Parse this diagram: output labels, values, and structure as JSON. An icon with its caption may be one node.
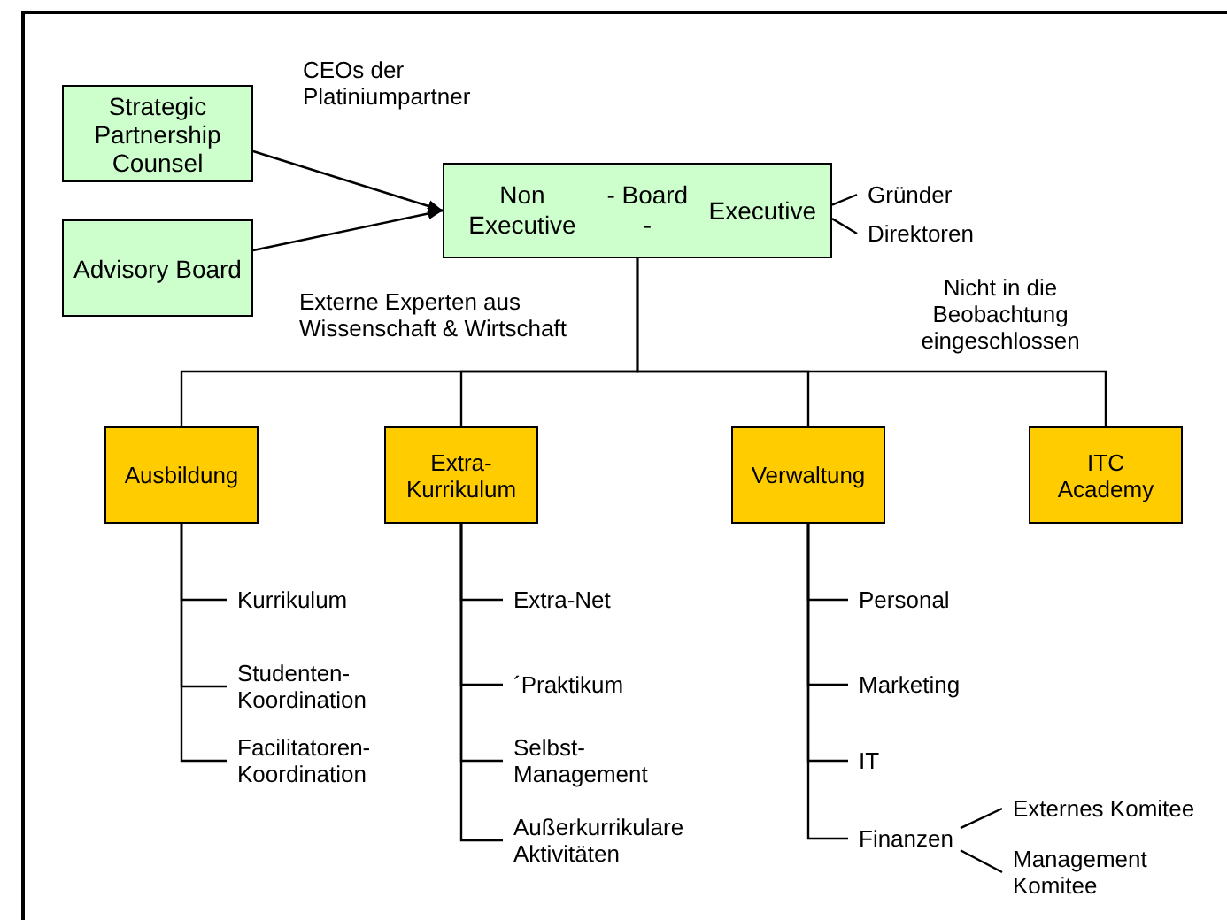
{
  "diagram": {
    "nodes": [
      {
        "text": [
          "Strategic Partnership Counsel"
        ]
      },
      {
        "text": [
          "Advisory Board"
        ]
      },
      {
        "text": [
          "Non Executive",
          "- Board -",
          "Executive"
        ]
      },
      {
        "text": [
          "Gründer"
        ]
      },
      {
        "text": [
          "Direktoren"
        ]
      },
      {
        "text": [
          "Ausbildung"
        ]
      },
      {
        "text": [
          "Extra-Kurrikulum"
        ]
      },
      {
        "text": [
          "Verwaltung"
        ]
      },
      {
        "text": [
          "ITC Academy"
        ]
      },
      {
        "text": [
          "Kurrikulum"
        ]
      },
      {
        "text": [
          "Studenten-Koordination"
        ]
      },
      {
        "text": [
          "Facilitatoren-Koordination"
        ]
      },
      {
        "text": [
          "Extra-Net"
        ]
      },
      {
        "text": [
          "´Praktikum"
        ]
      },
      {
        "text": [
          "Selbst-Management"
        ]
      },
      {
        "text": [
          "Außerkurrikulare Aktivitäten"
        ]
      },
      {
        "text": [
          "Personal"
        ]
      },
      {
        "text": [
          "Marketing"
        ]
      },
      {
        "text": [
          "IT"
        ]
      },
      {
        "text": [
          "Finanzen"
        ]
      },
      {
        "text": [
          "Externes Komitee"
        ]
      },
      {
        "text": [
          "Management Komitee"
        ]
      }
    ],
    "edges": [
      {
        "from": 0,
        "to": 2,
        "arrow": "to"
      },
      {
        "from": 1,
        "to": 2,
        "arrow": "to"
      },
      {
        "from": 2,
        "to": 3,
        "arrow": "none"
      },
      {
        "from": 2,
        "to": 4,
        "arrow": "none"
      },
      {
        "from": 2,
        "to": 5,
        "arrow": "none"
      },
      {
        "from": 2,
        "to": 6,
        "arrow": "none"
      },
      {
        "from": 2,
        "to": 7,
        "arrow": "none"
      },
      {
        "from": 2,
        "to": 8,
        "arrow": "none"
      },
      {
        "from": 5,
        "to": 9,
        "arrow": "none"
      },
      {
        "from": 5,
        "to": 10,
        "arrow": "none"
      },
      {
        "from": 5,
        "to": 11,
        "arrow": "none"
      },
      {
        "from": 6,
        "to": 12,
        "arrow": "none"
      },
      {
        "from": 6,
        "to": 13,
        "arrow": "none"
      },
      {
        "from": 6,
        "to": 14,
        "arrow": "none"
      },
      {
        "from": 6,
        "to": 15,
        "arrow": "none"
      },
      {
        "from": 7,
        "to": 16,
        "arrow": "none"
      },
      {
        "from": 7,
        "to": 17,
        "arrow": "none"
      },
      {
        "from": 7,
        "to": 18,
        "arrow": "none"
      },
      {
        "from": 7,
        "to": 19,
        "arrow": "none"
      },
      {
        "from": 19,
        "to": 20,
        "arrow": "none"
      },
      {
        "from": 19,
        "to": 21,
        "arrow": "none"
      }
    ],
    "labels": [
      "CEOs der Platiniumpartner",
      "Externe Experten aus Wissenschaft & Wirtschaft",
      "Nicht in die Beobachtung eingeschlossen"
    ]
  }
}
